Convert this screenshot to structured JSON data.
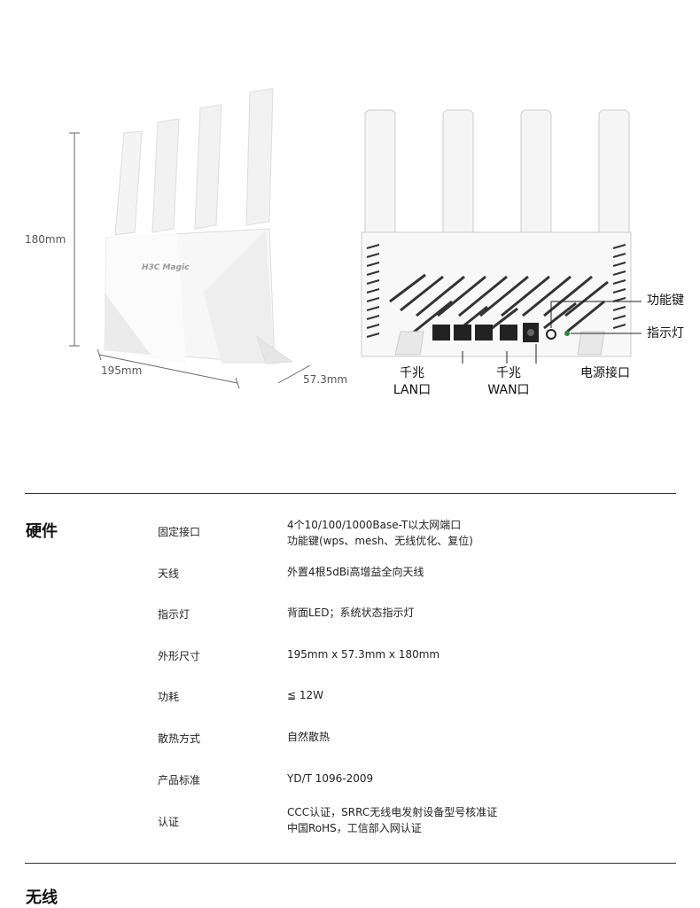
{
  "figure": {
    "left_view": {
      "height_label": "180mm",
      "width_label": "195mm",
      "depth_label": "57.3mm",
      "logo_text": "H3C Magic"
    },
    "right_view": {
      "callouts": {
        "function_key": "功能键",
        "indicator": "指示灯",
        "power": "电源接口",
        "lan_line1": "千兆",
        "lan_line2": "LAN口",
        "wan_line1": "千兆",
        "wan_line2": "WAN口"
      }
    }
  },
  "sections": [
    {
      "title": "硬件",
      "rows": [
        {
          "label": "固定接口",
          "value": [
            "4个10/100/1000Base-T以太网端口",
            "功能键(wps、mesh、无线优化、复位)"
          ]
        },
        {
          "label": "天线",
          "value": [
            "外置4根5dBi高增益全向天线"
          ]
        },
        {
          "label": "指示灯",
          "value": [
            "背面LED；系统状态指示灯"
          ]
        },
        {
          "label": "外形尺寸",
          "value": [
            "195mm x 57.3mm x 180mm"
          ]
        },
        {
          "label": "功耗",
          "value": [
            "≦ 12W"
          ]
        },
        {
          "label": "散热方式",
          "value": [
            "自然散热"
          ]
        },
        {
          "label": "产品标准",
          "value": [
            "YD/T 1096-2009"
          ]
        },
        {
          "label": "认证",
          "value": [
            "CCC认证，SRRC无线电发射设备型号核准证",
            "中国RoHS，工信部入网认证"
          ]
        }
      ]
    },
    {
      "title": "无线",
      "rows": []
    }
  ]
}
